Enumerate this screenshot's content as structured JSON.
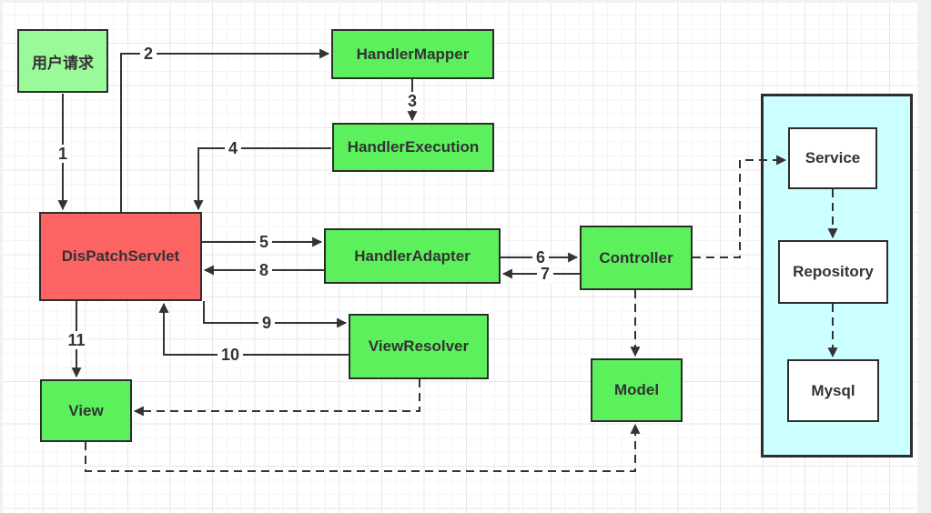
{
  "nodes": {
    "user_request": {
      "label": "用户请求"
    },
    "handler_mapper": {
      "label": "HandlerMapper"
    },
    "handler_execution": {
      "label": "HandlerExecution"
    },
    "dispatch_servlet": {
      "label": "DisPatchServlet"
    },
    "handler_adapter": {
      "label": "HandlerAdapter"
    },
    "controller": {
      "label": "Controller"
    },
    "view_resolver": {
      "label": "ViewResolver"
    },
    "view": {
      "label": "View"
    },
    "model": {
      "label": "Model"
    },
    "service": {
      "label": "Service"
    },
    "repository": {
      "label": "Repository"
    },
    "mysql": {
      "label": "Mysql"
    }
  },
  "edges": {
    "n1": "1",
    "n2": "2",
    "n3": "3",
    "n4": "4",
    "n5": "5",
    "n6": "6",
    "n7": "7",
    "n8": "8",
    "n9": "9",
    "n10": "10",
    "n11": "11"
  },
  "colors": {
    "green": "#5df05d",
    "light_green": "#9afa9a",
    "red": "#fc6464",
    "cyan": "#ccffff",
    "white": "#ffffff",
    "line": "#333333"
  }
}
